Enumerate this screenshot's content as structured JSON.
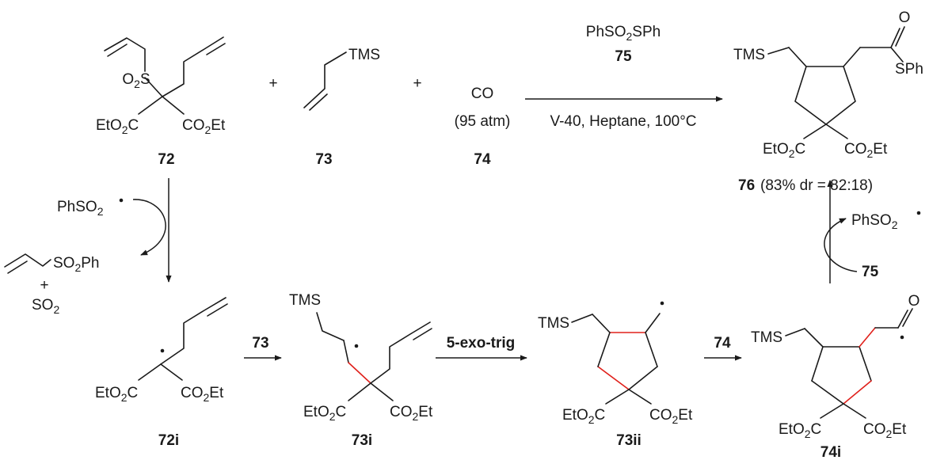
{
  "compounds": {
    "c72": {
      "id": "72",
      "sulfone": "O2S",
      "ester_left": "EtO2C",
      "ester_right": "CO2Et"
    },
    "c73": {
      "id": "73",
      "group": "TMS"
    },
    "c74": {
      "id": "74",
      "formula": "CO",
      "pressure": "(95 atm)"
    },
    "c76": {
      "id": "76",
      "group": "TMS",
      "thioester": "SPh",
      "oxygen": "O",
      "ester_left": "EtO2C",
      "ester_right": "CO2Et",
      "yield": "(83% dr = 82:18)"
    },
    "c72i": {
      "id": "72i",
      "ester_left": "EtO2C",
      "ester_right": "CO2Et"
    },
    "c73i": {
      "id": "73i",
      "group": "TMS",
      "ester_left": "EtO2C",
      "ester_right": "CO2Et"
    },
    "c73ii": {
      "id": "73ii",
      "group": "TMS",
      "ester_left": "EtO2C",
      "ester_right": "CO2Et"
    },
    "c74i": {
      "id": "74i",
      "group": "TMS",
      "oxygen": "O",
      "ester_left": "EtO2C",
      "ester_right": "CO2Et"
    }
  },
  "operators": {
    "plus": "+"
  },
  "main_arrow": {
    "reagent": "PhSO2SPh",
    "reagent_id": "75",
    "conditions": "V-40, Heptane, 100°C"
  },
  "step1": {
    "radical_in": "PhSO2",
    "byproduct": "SO2Ph",
    "gas": "SO2"
  },
  "step2": {
    "reagent": "73"
  },
  "step3": {
    "label": "5-exo-trig"
  },
  "step4": {
    "reagent": "74"
  },
  "step5": {
    "reagent": "75",
    "radical_out": "PhSO2"
  }
}
